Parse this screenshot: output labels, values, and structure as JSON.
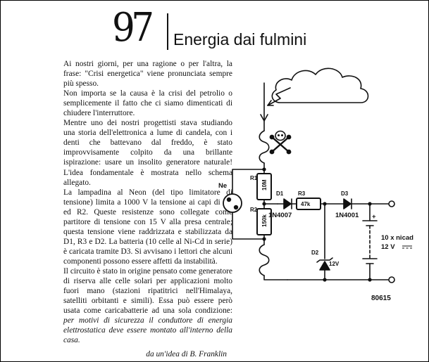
{
  "article": {
    "number": "97",
    "title": "Energia dai fulmini",
    "paragraphs": [
      "Ai nostri giorni, per una ragione o per l'altra, la frase: \"Crisi energetica\" viene pronunciata sempre più spesso.",
      "Non importa se la causa è la crisi del petrolio o semplicemente il fatto che ci siamo dimenticati di chiudere l'interruttore.",
      "Mentre uno dei nostri progettisti stava studiando una storia dell'elettronica a lume di candela, con i denti che battevano dal freddo, è stato improvvisamente colpito da una brillante ispirazione: usare un insolito generatore naturale! L'idea fondamentale è mostrata nello schema allegato.",
      "La lampadina al Neon (del tipo limitatore di tensione) limita a 1000 V la tensione ai capi di R1 ed R2. Queste resistenze sono collegate come partitore di tensione con 15 V alla presa centrale; questa tensione viene raddrizzata e stabilizzata da D1, R3 e D2. La batteria (10 celle al Ni-Cd in serie) è caricata tramite D3. Si avvisano i lettori che alcuni componenti possono essere affetti da instabilità.",
      "Il circuito è stato in origine pensato come generatore di riserva alle celle solari per applicazioni molto fuori mano (stazioni ripatitrici nell'Himalaya, satelliti orbitanti e simili). Essa può essere però usata come caricabatterie ad una sola condizione:"
    ],
    "italic_tail": "per motivi di sicurezza il conduttore di energia elettrostatica deve essere montato all'interno della casa.",
    "credit": "da un'idea di B. Franklin"
  },
  "schematic": {
    "labels": {
      "ne": "Ne",
      "r1": "R1",
      "r1_value": "10M",
      "r2": "R2",
      "r2_value": "150k",
      "d1": "D1",
      "d1_type": "1N4007",
      "r3": "R3",
      "r3_value": "47k",
      "d3": "D3",
      "d3_type": "1N4001",
      "d2": "D2",
      "d2_value": "12V",
      "plus_sign": "+",
      "battery_desc": "10 x nicad",
      "battery_voltage": "12 V",
      "figure_code": "80615"
    }
  }
}
